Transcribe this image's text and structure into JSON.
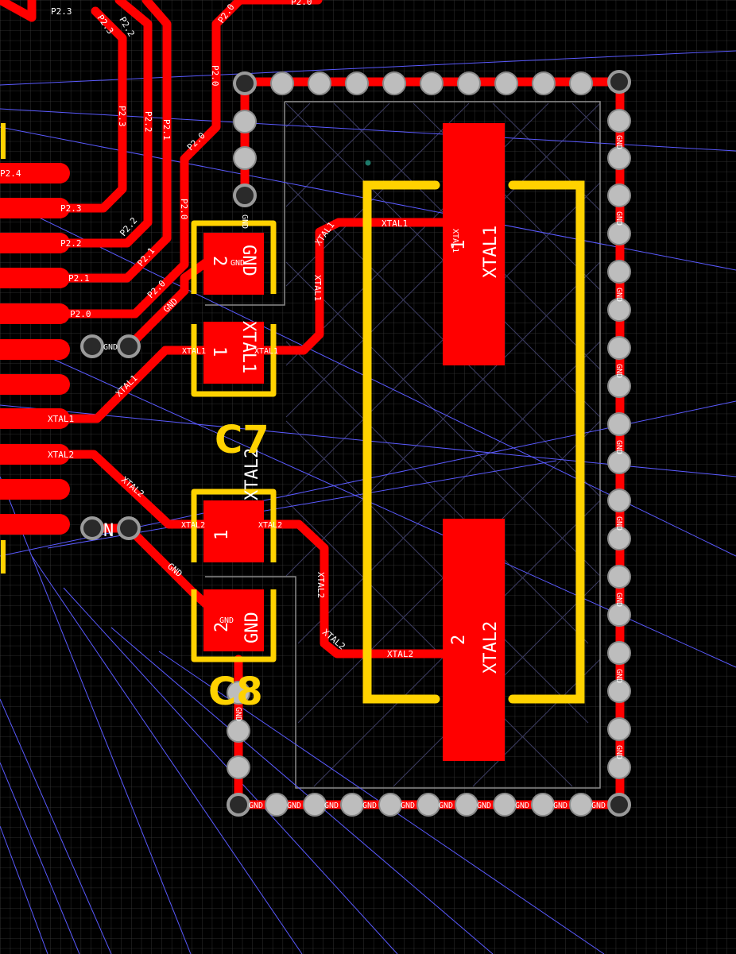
{
  "canvas": {
    "background": "#000000",
    "grid_color": "#3a3a3a",
    "copper_color": "#ff0000",
    "silk_color": "#ffd200",
    "ratsnest_color": "#5a5aff",
    "via_color": "#bdbdbd"
  },
  "components": {
    "c7": {
      "ref": "C7",
      "pad1_num": "1",
      "pad1_net": "XTAL1",
      "pad2_num": "2",
      "pad2_net": "GND"
    },
    "c8": {
      "ref": "C8",
      "pad1_num": "1",
      "pad1_net": "XTAL2",
      "pad2_num": "2",
      "pad2_net": "GND"
    },
    "y1": {
      "pad1_num": "1",
      "pad1_net": "XTAL1",
      "pad2_num": "2",
      "pad2_net": "XTAL2"
    }
  },
  "nets": {
    "p20": "P2.0",
    "p21": "P2.1",
    "p22": "P2.2",
    "p23": "P2.3",
    "p24": "P2.4",
    "xtal1": "XTAL1",
    "xtal2": "XTAL2",
    "gnd": "GND",
    "gnd_short": "N"
  }
}
